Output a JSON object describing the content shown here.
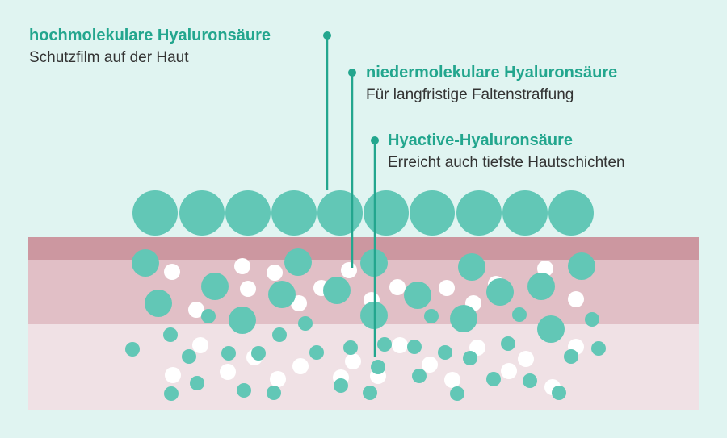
{
  "labels": [
    {
      "title": "hochmolekulare Hyaluronsäure",
      "subtitle": "Schutzfilm auf der Haut"
    },
    {
      "title": "niedermolekulare Hyaluronsäure",
      "subtitle": "Für langfristige Faltenstraffung"
    },
    {
      "title": "Hyactive-Hyaluronsäure",
      "subtitle": "Erreicht auch tiefste Hautschichten"
    }
  ],
  "colors": {
    "background": "#e0f4f1",
    "molecule": "#62c7b6",
    "accent": "#23a68e",
    "text": "#333333",
    "skin_top": "#cc97a0",
    "skin_middle": "#e1bfc6",
    "skin_deep": "#f0e1e5",
    "water": "#ffffff"
  }
}
